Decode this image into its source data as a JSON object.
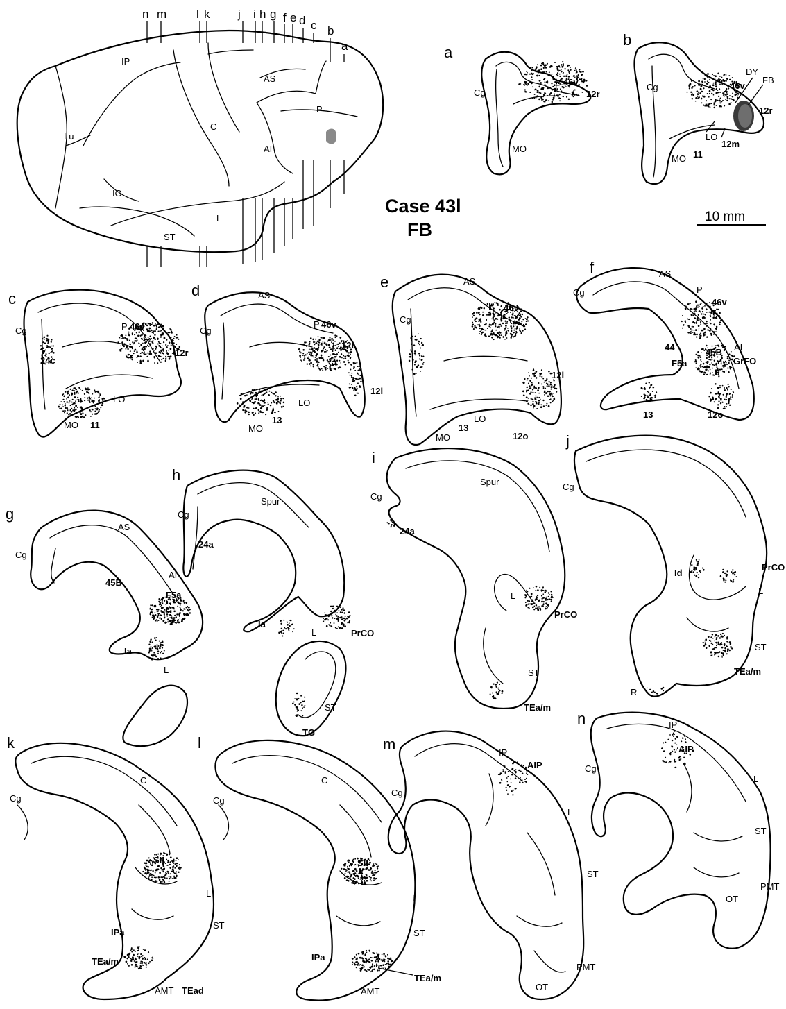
{
  "title": {
    "line1": "Case 43l",
    "line2": "FB"
  },
  "scale_bar": {
    "label": "10 mm"
  },
  "level_letters": [
    "n",
    "m",
    "l",
    "k",
    "j",
    "i",
    "h",
    "g",
    "f",
    "e",
    "d",
    "c",
    "b",
    "a"
  ],
  "brain_labels": {
    "IP": "IP",
    "AS": "AS",
    "P": "P",
    "Lu": "Lu",
    "C": "C",
    "AI": "AI",
    "IO": "IO",
    "L": "L",
    "ST": "ST"
  },
  "injection_color": "#8a8a8a",
  "section_a": {
    "letter": "a",
    "P": "P",
    "area46v": "46v",
    "area12r": "12r",
    "Cg": "Cg",
    "MO": "MO"
  },
  "section_b": {
    "letter": "b",
    "P": "P",
    "area46v": "46v",
    "DY": "DY",
    "FB": "FB",
    "area12r": "12r",
    "Cg": "Cg",
    "LO": "LO",
    "area12m": "12m",
    "MO": "MO",
    "area11": "11"
  },
  "section_c": {
    "letter": "c",
    "Cg": "Cg",
    "area24c": "24c",
    "P": "P",
    "area46v": "46v",
    "area12r": "12r",
    "LO": "LO",
    "MO": "MO",
    "area11": "11"
  },
  "section_d": {
    "letter": "d",
    "AS": "AS",
    "Cg": "Cg",
    "P": "P",
    "area46v": "46v",
    "area12r": "12r",
    "area12l": "12l",
    "LO": "LO",
    "MO": "MO",
    "area13": "13"
  },
  "section_e": {
    "letter": "e",
    "AS": "AS",
    "Cg": "Cg",
    "P": "P",
    "area46v": "46v",
    "area12l": "12l",
    "LO": "LO",
    "MO": "MO",
    "area13": "13",
    "area12o": "12o"
  },
  "section_f": {
    "letter": "f",
    "AS": "AS",
    "Cg": "Cg",
    "P": "P",
    "area46v": "46v",
    "area44": "44",
    "area45B": "45B",
    "AI": "AI",
    "F5a": "F5a",
    "GrFO": "GrFO",
    "area13": "13",
    "area12o": "12o"
  },
  "section_g": {
    "letter": "g",
    "AS": "AS",
    "Cg": "Cg",
    "area45B": "45B",
    "AI": "AI",
    "F5a": "F5a",
    "Ia": "Ia",
    "L": "L"
  },
  "section_h": {
    "letter": "h",
    "Cg": "Cg",
    "Spur": "Spur",
    "area24a": "24a",
    "Ia": "Ia",
    "L": "L",
    "PrCO": "PrCO",
    "ST": "ST",
    "TG": "TG"
  },
  "section_i": {
    "letter": "i",
    "Cg": "Cg",
    "Spur": "Spur",
    "area24a": "24a",
    "L": "L",
    "PrCO": "PrCO",
    "ST": "ST",
    "TEam": "TEa/m"
  },
  "section_j": {
    "letter": "j",
    "Cg": "Cg",
    "PrCO": "PrCO",
    "Id": "Id",
    "L": "L",
    "ST": "ST",
    "TEam": "TEa/m",
    "R": "R"
  },
  "section_k": {
    "letter": "k",
    "Cg": "Cg",
    "C": "C",
    "SII": "SII",
    "L": "L",
    "ST": "ST",
    "IPa": "IPa",
    "TEam": "TEa/m",
    "AMT": "AMT",
    "TEad": "TEad"
  },
  "section_l": {
    "letter": "l",
    "Cg": "Cg",
    "C": "C",
    "SII": "SII",
    "L": "L",
    "ST": "ST",
    "IPa": "IPa",
    "TEam": "TEa/m",
    "AMT": "AMT"
  },
  "section_m": {
    "letter": "m",
    "IP": "IP",
    "AIP": "AIP",
    "Cg": "Cg",
    "L": "L",
    "ST": "ST",
    "PMT": "PMT",
    "OT": "OT"
  },
  "section_n": {
    "letter": "n",
    "IP": "IP",
    "AIP": "AIP",
    "Cg": "Cg",
    "L": "L",
    "ST": "ST",
    "PMT": "PMT",
    "OT": "OT"
  }
}
